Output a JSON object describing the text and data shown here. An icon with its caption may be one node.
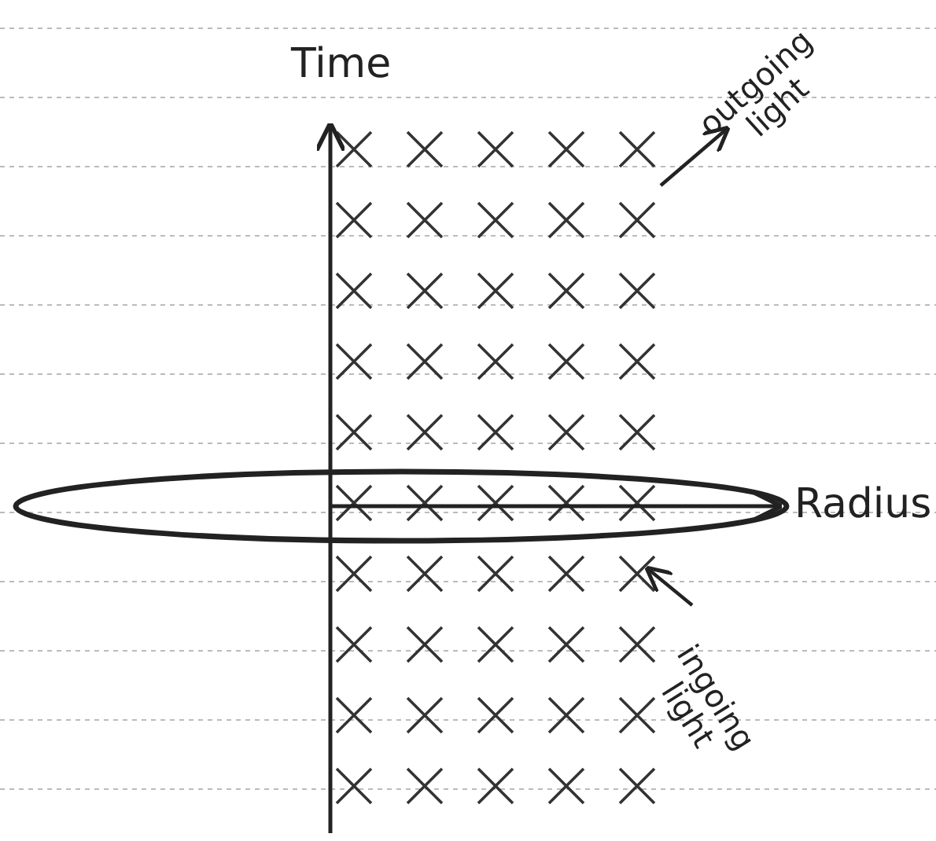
{
  "diagram": {
    "labels": [
      "Time",
      "outgoing light",
      "Radius",
      "ingoing light"
    ]
  }
}
